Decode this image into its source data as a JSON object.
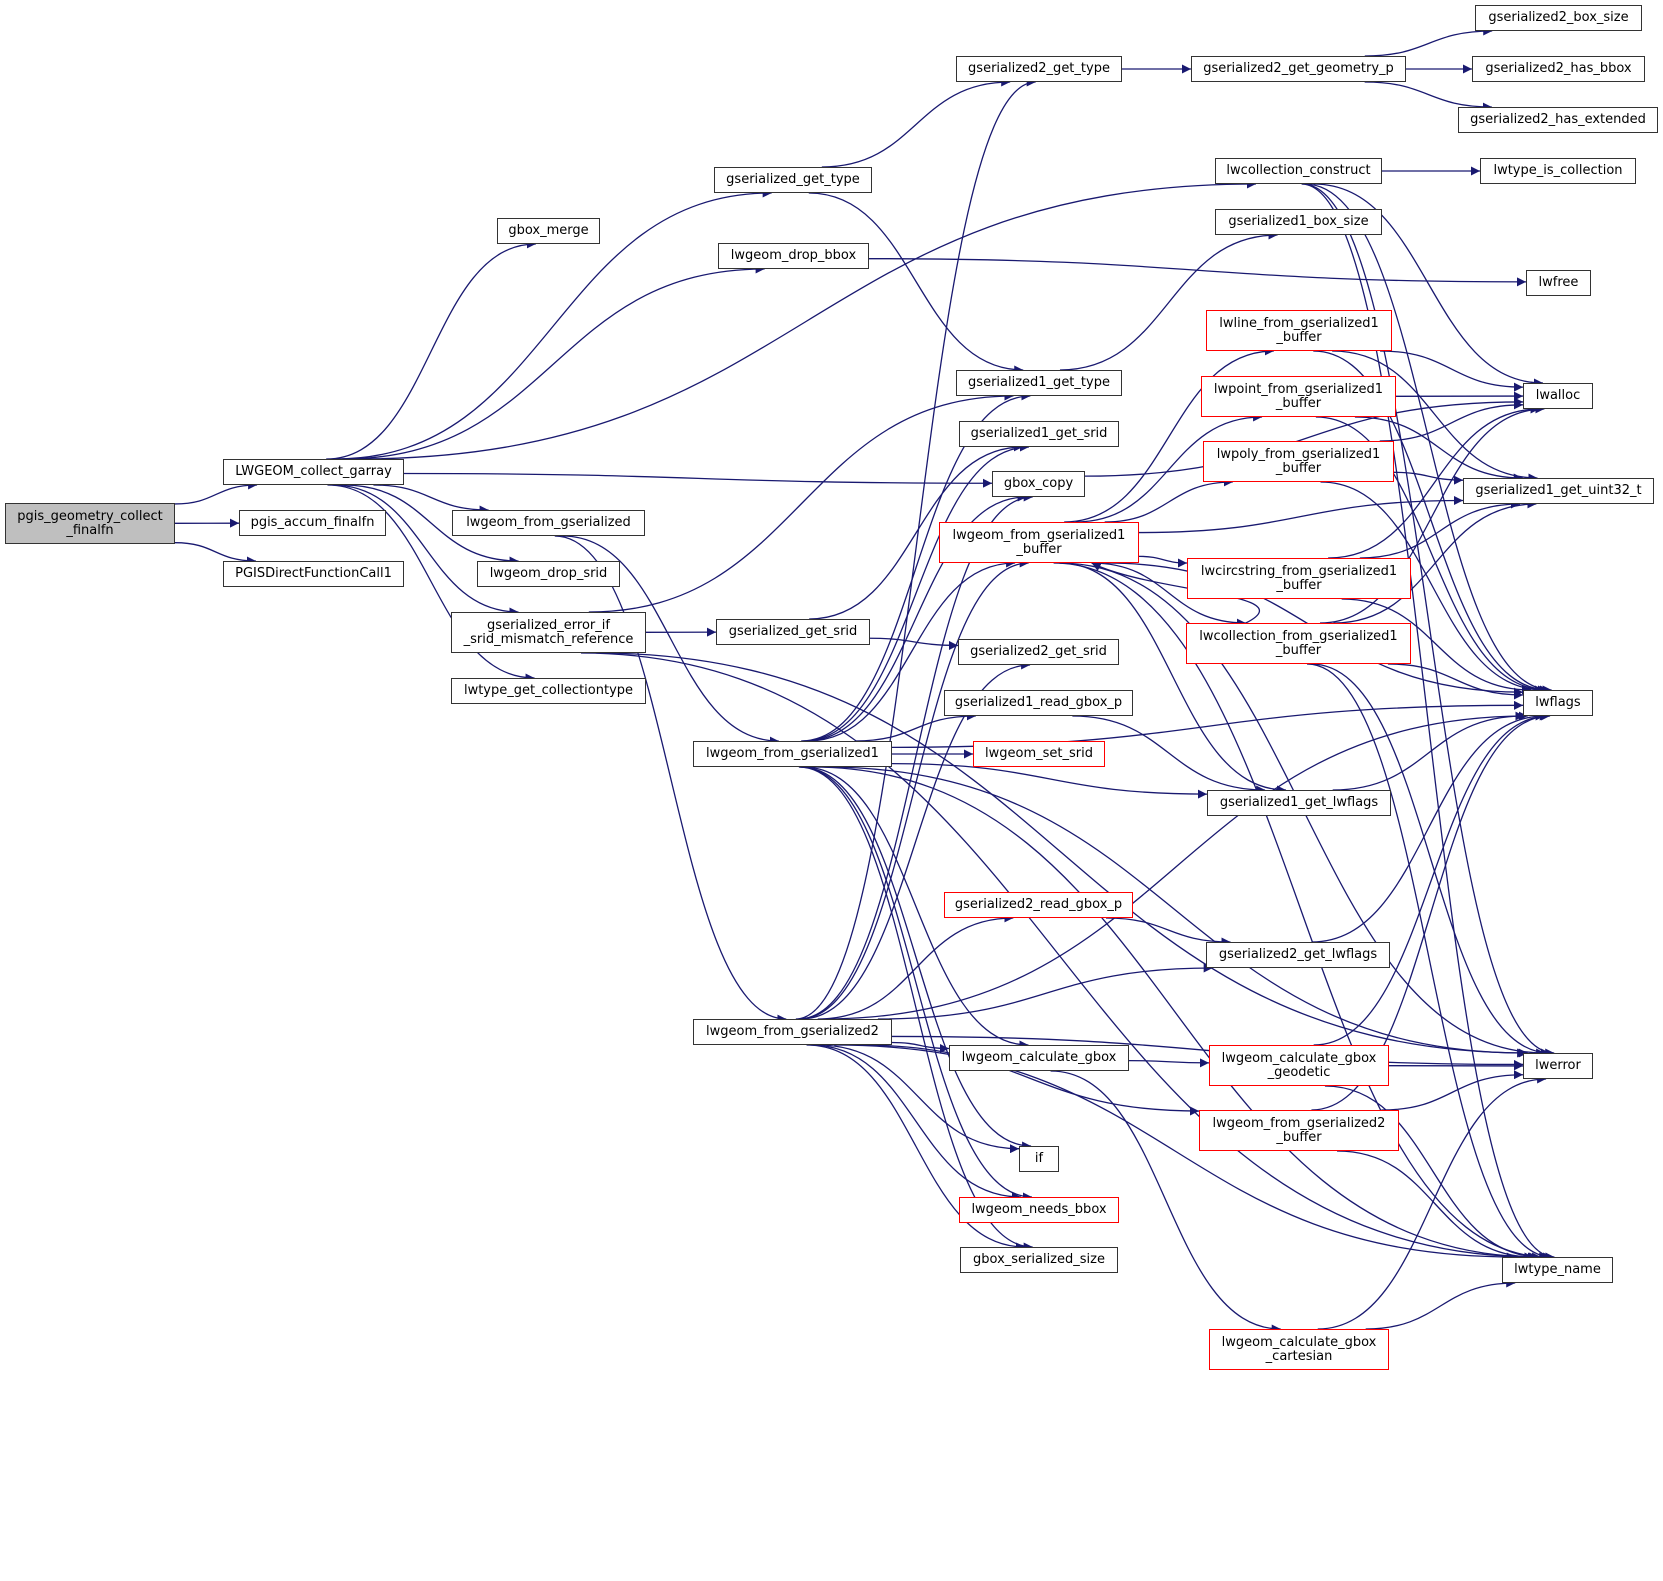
{
  "diagram": {
    "type": "call-graph",
    "edge_color": "#191970",
    "colors": {
      "normal_border": "#333333",
      "undocumented_border": "#ff0000",
      "root_fill": "#bfbfbf"
    },
    "nodes": [
      {
        "id": "pgis_geometry_collect_finalfn",
        "lines": [
          "pgis_geometry_collect",
          "_finalfn"
        ],
        "style": "root"
      },
      {
        "id": "LWGEOM_collect_garray",
        "lines": [
          "LWGEOM_collect_garray"
        ],
        "style": "normal"
      },
      {
        "id": "pgis_accum_finalfn",
        "lines": [
          "pgis_accum_finalfn"
        ],
        "style": "normal"
      },
      {
        "id": "PGISDirectFunctionCall1",
        "lines": [
          "PGISDirectFunctionCall1"
        ],
        "style": "normal"
      },
      {
        "id": "gbox_merge",
        "lines": [
          "gbox_merge"
        ],
        "style": "normal"
      },
      {
        "id": "lwgeom_drop_bbox",
        "lines": [
          "lwgeom_drop_bbox"
        ],
        "style": "normal"
      },
      {
        "id": "gserialized_get_type",
        "lines": [
          "gserialized_get_type"
        ],
        "style": "normal"
      },
      {
        "id": "lwgeom_from_gserialized",
        "lines": [
          "lwgeom_from_gserialized"
        ],
        "style": "normal"
      },
      {
        "id": "lwgeom_drop_srid",
        "lines": [
          "lwgeom_drop_srid"
        ],
        "style": "normal"
      },
      {
        "id": "gserialized_error_if_srid_mismatch_reference",
        "lines": [
          "gserialized_error_if",
          "_srid_mismatch_reference"
        ],
        "style": "normal"
      },
      {
        "id": "lwtype_get_collectiontype",
        "lines": [
          "lwtype_get_collectiontype"
        ],
        "style": "normal"
      },
      {
        "id": "gserialized_get_srid",
        "lines": [
          "gserialized_get_srid"
        ],
        "style": "normal"
      },
      {
        "id": "lwgeom_from_gserialized1",
        "lines": [
          "lwgeom_from_gserialized1"
        ],
        "style": "normal"
      },
      {
        "id": "lwgeom_from_gserialized2",
        "lines": [
          "lwgeom_from_gserialized2"
        ],
        "style": "normal"
      },
      {
        "id": "gserialized2_get_type",
        "lines": [
          "gserialized2_get_type"
        ],
        "style": "normal"
      },
      {
        "id": "gserialized1_get_type",
        "lines": [
          "gserialized1_get_type"
        ],
        "style": "normal"
      },
      {
        "id": "gserialized1_get_srid",
        "lines": [
          "gserialized1_get_srid"
        ],
        "style": "normal"
      },
      {
        "id": "gbox_copy",
        "lines": [
          "gbox_copy"
        ],
        "style": "normal"
      },
      {
        "id": "lwgeom_from_gserialized1_buffer",
        "lines": [
          "lwgeom_from_gserialized1",
          "_buffer"
        ],
        "style": "red"
      },
      {
        "id": "gserialized2_get_srid",
        "lines": [
          "gserialized2_get_srid"
        ],
        "style": "normal"
      },
      {
        "id": "gserialized1_read_gbox_p",
        "lines": [
          "gserialized1_read_gbox_p"
        ],
        "style": "normal"
      },
      {
        "id": "lwgeom_set_srid",
        "lines": [
          "lwgeom_set_srid"
        ],
        "style": "red"
      },
      {
        "id": "gserialized2_read_gbox_p",
        "lines": [
          "gserialized2_read_gbox_p"
        ],
        "style": "red"
      },
      {
        "id": "lwgeom_calculate_gbox",
        "lines": [
          "lwgeom_calculate_gbox"
        ],
        "style": "normal"
      },
      {
        "id": "if",
        "lines": [
          "if"
        ],
        "style": "normal"
      },
      {
        "id": "lwgeom_needs_bbox",
        "lines": [
          "lwgeom_needs_bbox"
        ],
        "style": "red"
      },
      {
        "id": "gbox_serialized_size",
        "lines": [
          "gbox_serialized_size"
        ],
        "style": "normal"
      },
      {
        "id": "gserialized2_get_geometry_p",
        "lines": [
          "gserialized2_get_geometry_p"
        ],
        "style": "normal"
      },
      {
        "id": "lwcollection_construct",
        "lines": [
          "lwcollection_construct"
        ],
        "style": "normal"
      },
      {
        "id": "gserialized1_box_size",
        "lines": [
          "gserialized1_box_size"
        ],
        "style": "normal"
      },
      {
        "id": "lwline_from_gserialized1_buffer",
        "lines": [
          "lwline_from_gserialized1",
          "_buffer"
        ],
        "style": "red"
      },
      {
        "id": "lwpoint_from_gserialized1_buffer",
        "lines": [
          "lwpoint_from_gserialized1",
          "_buffer"
        ],
        "style": "red"
      },
      {
        "id": "lwpoly_from_gserialized1_buffer",
        "lines": [
          "lwpoly_from_gserialized1",
          "_buffer"
        ],
        "style": "red"
      },
      {
        "id": "lwcircstring_from_gserialized1_buffer",
        "lines": [
          "lwcircstring_from_gserialized1",
          "_buffer"
        ],
        "style": "red"
      },
      {
        "id": "lwcollection_from_gserialized1_buffer",
        "lines": [
          "lwcollection_from_gserialized1",
          "_buffer"
        ],
        "style": "red"
      },
      {
        "id": "gserialized1_get_lwflags",
        "lines": [
          "gserialized1_get_lwflags"
        ],
        "style": "normal"
      },
      {
        "id": "gserialized2_get_lwflags",
        "lines": [
          "gserialized2_get_lwflags"
        ],
        "style": "normal"
      },
      {
        "id": "lwgeom_calculate_gbox_geodetic",
        "lines": [
          "lwgeom_calculate_gbox",
          "_geodetic"
        ],
        "style": "red"
      },
      {
        "id": "lwgeom_from_gserialized2_buffer",
        "lines": [
          "lwgeom_from_gserialized2",
          "_buffer"
        ],
        "style": "red"
      },
      {
        "id": "lwgeom_calculate_gbox_cartesian",
        "lines": [
          "lwgeom_calculate_gbox",
          "_cartesian"
        ],
        "style": "red"
      },
      {
        "id": "gserialized2_box_size",
        "lines": [
          "gserialized2_box_size"
        ],
        "style": "normal"
      },
      {
        "id": "gserialized2_has_bbox",
        "lines": [
          "gserialized2_has_bbox"
        ],
        "style": "normal"
      },
      {
        "id": "gserialized2_has_extended",
        "lines": [
          "gserialized2_has_extended"
        ],
        "style": "normal"
      },
      {
        "id": "lwtype_is_collection",
        "lines": [
          "lwtype_is_collection"
        ],
        "style": "normal"
      },
      {
        "id": "lwfree",
        "lines": [
          "lwfree"
        ],
        "style": "normal"
      },
      {
        "id": "lwalloc",
        "lines": [
          "lwalloc"
        ],
        "style": "normal"
      },
      {
        "id": "gserialized1_get_uint32_t",
        "lines": [
          "gserialized1_get_uint32_t"
        ],
        "style": "normal"
      },
      {
        "id": "lwflags",
        "lines": [
          "lwflags"
        ],
        "style": "normal"
      },
      {
        "id": "lwerror",
        "lines": [
          "lwerror"
        ],
        "style": "normal"
      },
      {
        "id": "lwtype_name",
        "lines": [
          "lwtype_name"
        ],
        "style": "normal"
      }
    ],
    "edges": [
      [
        "pgis_geometry_collect_finalfn",
        "LWGEOM_collect_garray"
      ],
      [
        "pgis_geometry_collect_finalfn",
        "pgis_accum_finalfn"
      ],
      [
        "pgis_geometry_collect_finalfn",
        "PGISDirectFunctionCall1"
      ],
      [
        "LWGEOM_collect_garray",
        "gserialized_get_type"
      ],
      [
        "LWGEOM_collect_garray",
        "gbox_merge"
      ],
      [
        "LWGEOM_collect_garray",
        "lwgeom_drop_bbox"
      ],
      [
        "LWGEOM_collect_garray",
        "lwcollection_construct"
      ],
      [
        "LWGEOM_collect_garray",
        "gbox_copy"
      ],
      [
        "LWGEOM_collect_garray",
        "lwgeom_from_gserialized"
      ],
      [
        "LWGEOM_collect_garray",
        "lwgeom_drop_srid"
      ],
      [
        "LWGEOM_collect_garray",
        "gserialized_error_if_srid_mismatch_reference"
      ],
      [
        "LWGEOM_collect_garray",
        "lwtype_get_collectiontype"
      ],
      [
        "gserialized_get_type",
        "gserialized2_get_type"
      ],
      [
        "gserialized_get_type",
        "gserialized1_get_type"
      ],
      [
        "lwgeom_drop_bbox",
        "lwfree"
      ],
      [
        "lwgeom_from_gserialized",
        "lwgeom_from_gserialized1"
      ],
      [
        "lwgeom_from_gserialized",
        "lwgeom_from_gserialized2"
      ],
      [
        "gserialized_error_if_srid_mismatch_reference",
        "gserialized_get_srid"
      ],
      [
        "gserialized_error_if_srid_mismatch_reference",
        "gserialized1_get_type"
      ],
      [
        "gserialized_error_if_srid_mismatch_reference",
        "lwerror"
      ],
      [
        "gserialized_error_if_srid_mismatch_reference",
        "lwtype_name"
      ],
      [
        "gserialized_get_srid",
        "gserialized1_get_srid"
      ],
      [
        "gserialized_get_srid",
        "gserialized2_get_srid"
      ],
      [
        "gserialized2_get_type",
        "gserialized2_get_geometry_p"
      ],
      [
        "gserialized2_get_geometry_p",
        "gserialized2_box_size"
      ],
      [
        "gserialized2_get_geometry_p",
        "gserialized2_has_bbox"
      ],
      [
        "gserialized2_get_geometry_p",
        "gserialized2_has_extended"
      ],
      [
        "gserialized1_get_type",
        "gserialized1_box_size"
      ],
      [
        "gbox_copy",
        "lwalloc"
      ],
      [
        "lwcollection_construct",
        "lwtype_is_collection"
      ],
      [
        "lwcollection_construct",
        "lwalloc"
      ],
      [
        "lwcollection_construct",
        "lwflags"
      ],
      [
        "lwcollection_construct",
        "lwerror"
      ],
      [
        "lwcollection_construct",
        "lwtype_name"
      ],
      [
        "lwgeom_from_gserialized1",
        "gserialized1_get_type"
      ],
      [
        "lwgeom_from_gserialized1",
        "gserialized1_get_srid"
      ],
      [
        "lwgeom_from_gserialized1",
        "gbox_copy"
      ],
      [
        "lwgeom_from_gserialized1",
        "lwgeom_from_gserialized1_buffer"
      ],
      [
        "lwgeom_from_gserialized1",
        "gserialized1_read_gbox_p"
      ],
      [
        "lwgeom_from_gserialized1",
        "lwgeom_set_srid"
      ],
      [
        "lwgeom_from_gserialized1",
        "gserialized1_get_lwflags"
      ],
      [
        "lwgeom_from_gserialized1",
        "lwflags"
      ],
      [
        "lwgeom_from_gserialized1",
        "lwgeom_calculate_gbox"
      ],
      [
        "lwgeom_from_gserialized1",
        "if"
      ],
      [
        "lwgeom_from_gserialized1",
        "lwgeom_needs_bbox"
      ],
      [
        "lwgeom_from_gserialized1",
        "gbox_serialized_size"
      ],
      [
        "lwgeom_from_gserialized1",
        "lwerror"
      ],
      [
        "lwgeom_from_gserialized1",
        "lwtype_name"
      ],
      [
        "lwgeom_from_gserialized2",
        "gserialized2_get_type"
      ],
      [
        "lwgeom_from_gserialized2",
        "gserialized2_get_srid"
      ],
      [
        "lwgeom_from_gserialized2",
        "gbox_copy"
      ],
      [
        "lwgeom_from_gserialized2",
        "lwgeom_from_gserialized1_buffer"
      ],
      [
        "lwgeom_from_gserialized2",
        "gserialized2_read_gbox_p"
      ],
      [
        "lwgeom_from_gserialized2",
        "gserialized2_get_lwflags"
      ],
      [
        "lwgeom_from_gserialized2",
        "lwflags"
      ],
      [
        "lwgeom_from_gserialized2",
        "lwgeom_calculate_gbox"
      ],
      [
        "lwgeom_from_gserialized2",
        "if"
      ],
      [
        "lwgeom_from_gserialized2",
        "lwgeom_needs_bbox"
      ],
      [
        "lwgeom_from_gserialized2",
        "gbox_serialized_size"
      ],
      [
        "lwgeom_from_gserialized2",
        "lwgeom_from_gserialized2_buffer"
      ],
      [
        "lwgeom_from_gserialized2",
        "lwerror"
      ],
      [
        "lwgeom_from_gserialized2",
        "lwtype_name"
      ],
      [
        "lwgeom_from_gserialized1_buffer",
        "lwline_from_gserialized1_buffer"
      ],
      [
        "lwgeom_from_gserialized1_buffer",
        "lwpoint_from_gserialized1_buffer"
      ],
      [
        "lwgeom_from_gserialized1_buffer",
        "lwpoly_from_gserialized1_buffer"
      ],
      [
        "lwgeom_from_gserialized1_buffer",
        "lwcircstring_from_gserialized1_buffer"
      ],
      [
        "lwgeom_from_gserialized1_buffer",
        "lwcollection_from_gserialized1_buffer"
      ],
      [
        "lwgeom_from_gserialized1_buffer",
        "gserialized1_get_uint32_t"
      ],
      [
        "lwgeom_from_gserialized1_buffer",
        "gserialized1_get_lwflags"
      ],
      [
        "lwgeom_from_gserialized1_buffer",
        "lwflags"
      ],
      [
        "lwgeom_from_gserialized1_buffer",
        "lwerror"
      ],
      [
        "lwgeom_from_gserialized1_buffer",
        "lwtype_name"
      ],
      [
        "lwline_from_gserialized1_buffer",
        "lwalloc"
      ],
      [
        "lwline_from_gserialized1_buffer",
        "gserialized1_get_uint32_t"
      ],
      [
        "lwline_from_gserialized1_buffer",
        "lwflags"
      ],
      [
        "lwpoint_from_gserialized1_buffer",
        "lwalloc"
      ],
      [
        "lwpoint_from_gserialized1_buffer",
        "gserialized1_get_uint32_t"
      ],
      [
        "lwpoint_from_gserialized1_buffer",
        "lwflags"
      ],
      [
        "lwpoly_from_gserialized1_buffer",
        "lwalloc"
      ],
      [
        "lwpoly_from_gserialized1_buffer",
        "gserialized1_get_uint32_t"
      ],
      [
        "lwpoly_from_gserialized1_buffer",
        "lwflags"
      ],
      [
        "lwcircstring_from_gserialized1_buffer",
        "lwalloc"
      ],
      [
        "lwcircstring_from_gserialized1_buffer",
        "gserialized1_get_uint32_t"
      ],
      [
        "lwcircstring_from_gserialized1_buffer",
        "lwflags"
      ],
      [
        "lwcollection_from_gserialized1_buffer",
        "lwgeom_from_gserialized1_buffer"
      ],
      [
        "lwcollection_from_gserialized1_buffer",
        "lwalloc"
      ],
      [
        "lwcollection_from_gserialized1_buffer",
        "gserialized1_get_uint32_t"
      ],
      [
        "lwcollection_from_gserialized1_buffer",
        "lwflags"
      ],
      [
        "lwcollection_from_gserialized1_buffer",
        "lwerror"
      ],
      [
        "lwcollection_from_gserialized1_buffer",
        "lwtype_name"
      ],
      [
        "gserialized1_read_gbox_p",
        "gserialized1_get_lwflags"
      ],
      [
        "gserialized1_get_lwflags",
        "lwflags"
      ],
      [
        "gserialized2_read_gbox_p",
        "gserialized2_get_lwflags"
      ],
      [
        "gserialized2_get_lwflags",
        "lwflags"
      ],
      [
        "lwgeom_calculate_gbox",
        "lwgeom_calculate_gbox_geodetic"
      ],
      [
        "lwgeom_calculate_gbox",
        "lwgeom_calculate_gbox_cartesian"
      ],
      [
        "lwgeom_calculate_gbox_geodetic",
        "lwflags"
      ],
      [
        "lwgeom_calculate_gbox_geodetic",
        "lwerror"
      ],
      [
        "lwgeom_calculate_gbox_geodetic",
        "lwtype_name"
      ],
      [
        "lwgeom_from_gserialized2_buffer",
        "lwflags"
      ],
      [
        "lwgeom_from_gserialized2_buffer",
        "lwerror"
      ],
      [
        "lwgeom_from_gserialized2_buffer",
        "lwtype_name"
      ],
      [
        "lwgeom_calculate_gbox_cartesian",
        "lwerror"
      ],
      [
        "lwgeom_calculate_gbox_cartesian",
        "lwtype_name"
      ]
    ]
  }
}
